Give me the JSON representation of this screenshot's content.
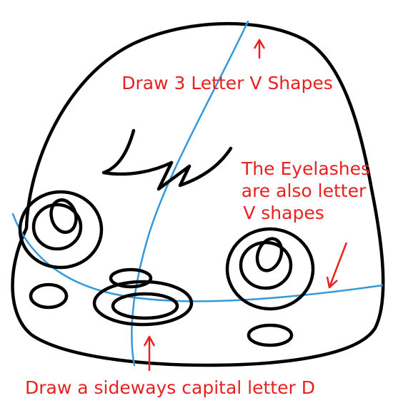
{
  "diagram": {
    "subject": "monster-face-drawing-step",
    "colors": {
      "outline": "#000000",
      "guide_lines": "#3399dd",
      "new_strokes": "#e8201f",
      "background": "#ffffff"
    },
    "annotations": {
      "top": "Draw 3 Letter V Shapes",
      "right_line1": "The Eyelashes",
      "right_line2": "are also letter",
      "right_line3": "V shapes",
      "bottom": "Draw a sideways capital letter D"
    }
  }
}
